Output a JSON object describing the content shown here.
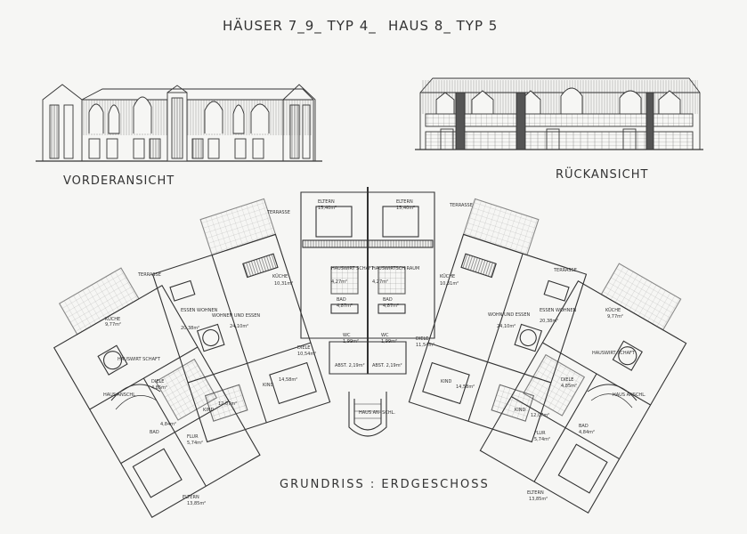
{
  "header": {
    "left": "HÄUSER 7_9_ TYP 4_",
    "right": "HAUS 8_ TYP 5"
  },
  "views": {
    "front": "VORDERANSICHT",
    "rear": "RÜCKANSICHT"
  },
  "plan": {
    "title": "GRUNDRISS : ERDGESCHOSS",
    "rooms": {
      "eltern_tl": "ELTERN",
      "eltern_tl_area": "15,40m²",
      "eltern_tr": "ELTERN",
      "eltern_tr_area": "15,40m²",
      "terrasse_l": "TERRASSE",
      "terrasse_r": "TERRASSE",
      "terrasse_fl": "TERRASSE",
      "terrasse_fr": "TERRASSE",
      "hw_l": "HAUSWIRT SCHAFT",
      "hw_l_area": "4,27m²",
      "hw_r": "HAUSWIRTSCH RAUM",
      "hw_r_area": "4,27m²",
      "bad_l": "BAD",
      "bad_l_area": "4,87m²",
      "bad_r": "BAD",
      "bad_r_area": "4,87m²",
      "wc_l": "WC",
      "wc_l_area": "1,99m²",
      "wc_r": "WC",
      "wc_r_area": "1,99m²",
      "abst_l": "ABST. 2,19m²",
      "abst_r": "ABST. 2,19m²",
      "diele_l": "DIELE",
      "diele_l_area": "10,54m²",
      "diele_r": "DIELE",
      "diele_r_area": "11,54m²",
      "kind_l": "KIND",
      "kind_l_area": "14,58m²",
      "kind_r": "KIND",
      "kind_r_area": "14,58m²",
      "wohnen_l": "WOHNEN UND ESSEN",
      "wohnen_l_area": "24,10m²",
      "wohnen_r": "WOHN UND ESSEN",
      "wohnen_r_area": "24,10m²",
      "kueche_l": "KÜCHE",
      "kueche_l_area": "10,31m²",
      "kueche_r": "KÜCHE",
      "kueche_r_area": "10,31m²",
      "essen_fl": "ESSEN WOHNEN",
      "essen_fl_area": "20,38m²",
      "essen_fr": "ESSEN WOHNEN",
      "essen_fr_area": "20,38m²",
      "kueche_fl": "KÜCHE",
      "kueche_fl_area": "9,77m²",
      "kueche_fr": "KÜCHE",
      "kueche_fr_area": "9,77m²",
      "hwirt_fl": "HAUSWIRT SCHAFT",
      "hwirt_fr": "HAUSWIRT SCHAFT",
      "diele_fl": "DIELE",
      "diele_fl_area": "4,85m²",
      "diele_fr": "DIELE",
      "diele_fr_area": "4,85m²",
      "haus_fl": "HAUS ANSCHL.",
      "haus_fr": "HAUS ANSCHL.",
      "haus_c": "HAUS AN- SCHL.",
      "kind_fl": "KIND",
      "kind_fl_area": "12,07m²",
      "kind_fr": "KIND",
      "kind_fr_area": "12,07m²",
      "bad_fl": "BAD",
      "bad_fl_area": "4,84m²",
      "bad_fr": "BAD",
      "bad_fr_area": "4,84m²",
      "flur_fl": "FLUR",
      "flur_fl_area": "5,74m²",
      "flur_fr": "FLUR",
      "flur_fr_area": "5,74m²",
      "eltern_bl": "ELTERN",
      "eltern_bl_area": "13,85m²",
      "eltern_br": "ELTERN",
      "eltern_br_area": "13,85m²"
    }
  }
}
